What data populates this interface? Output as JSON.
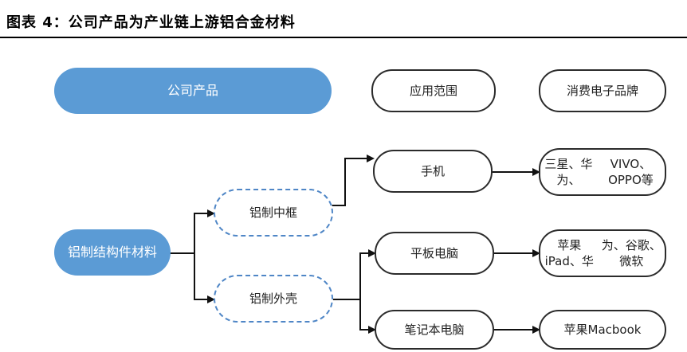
{
  "title": "图表 4：公司产品为产业链上游铝合金材料",
  "headers": {
    "company_product": "公司产品",
    "application": "应用范围",
    "consumer_brand": "消费电子品牌"
  },
  "nodes": {
    "root": "铝制结构件材料",
    "frame": "铝制中框",
    "shell": "铝制外壳",
    "phone": "手机",
    "tablet": "平板电脑",
    "laptop": "笔记本电脑"
  },
  "brands": {
    "phone_line1": "三星、华为、",
    "phone_line2": "VIVO、OPPO等",
    "tablet_line1": "苹果iPad、华",
    "tablet_line2": "为、谷歌、微软",
    "laptop": "苹果Macbook"
  },
  "colors": {
    "blue_fill": "#5b9bd5",
    "dashed_border": "#4f86c6",
    "line": "#111111"
  }
}
